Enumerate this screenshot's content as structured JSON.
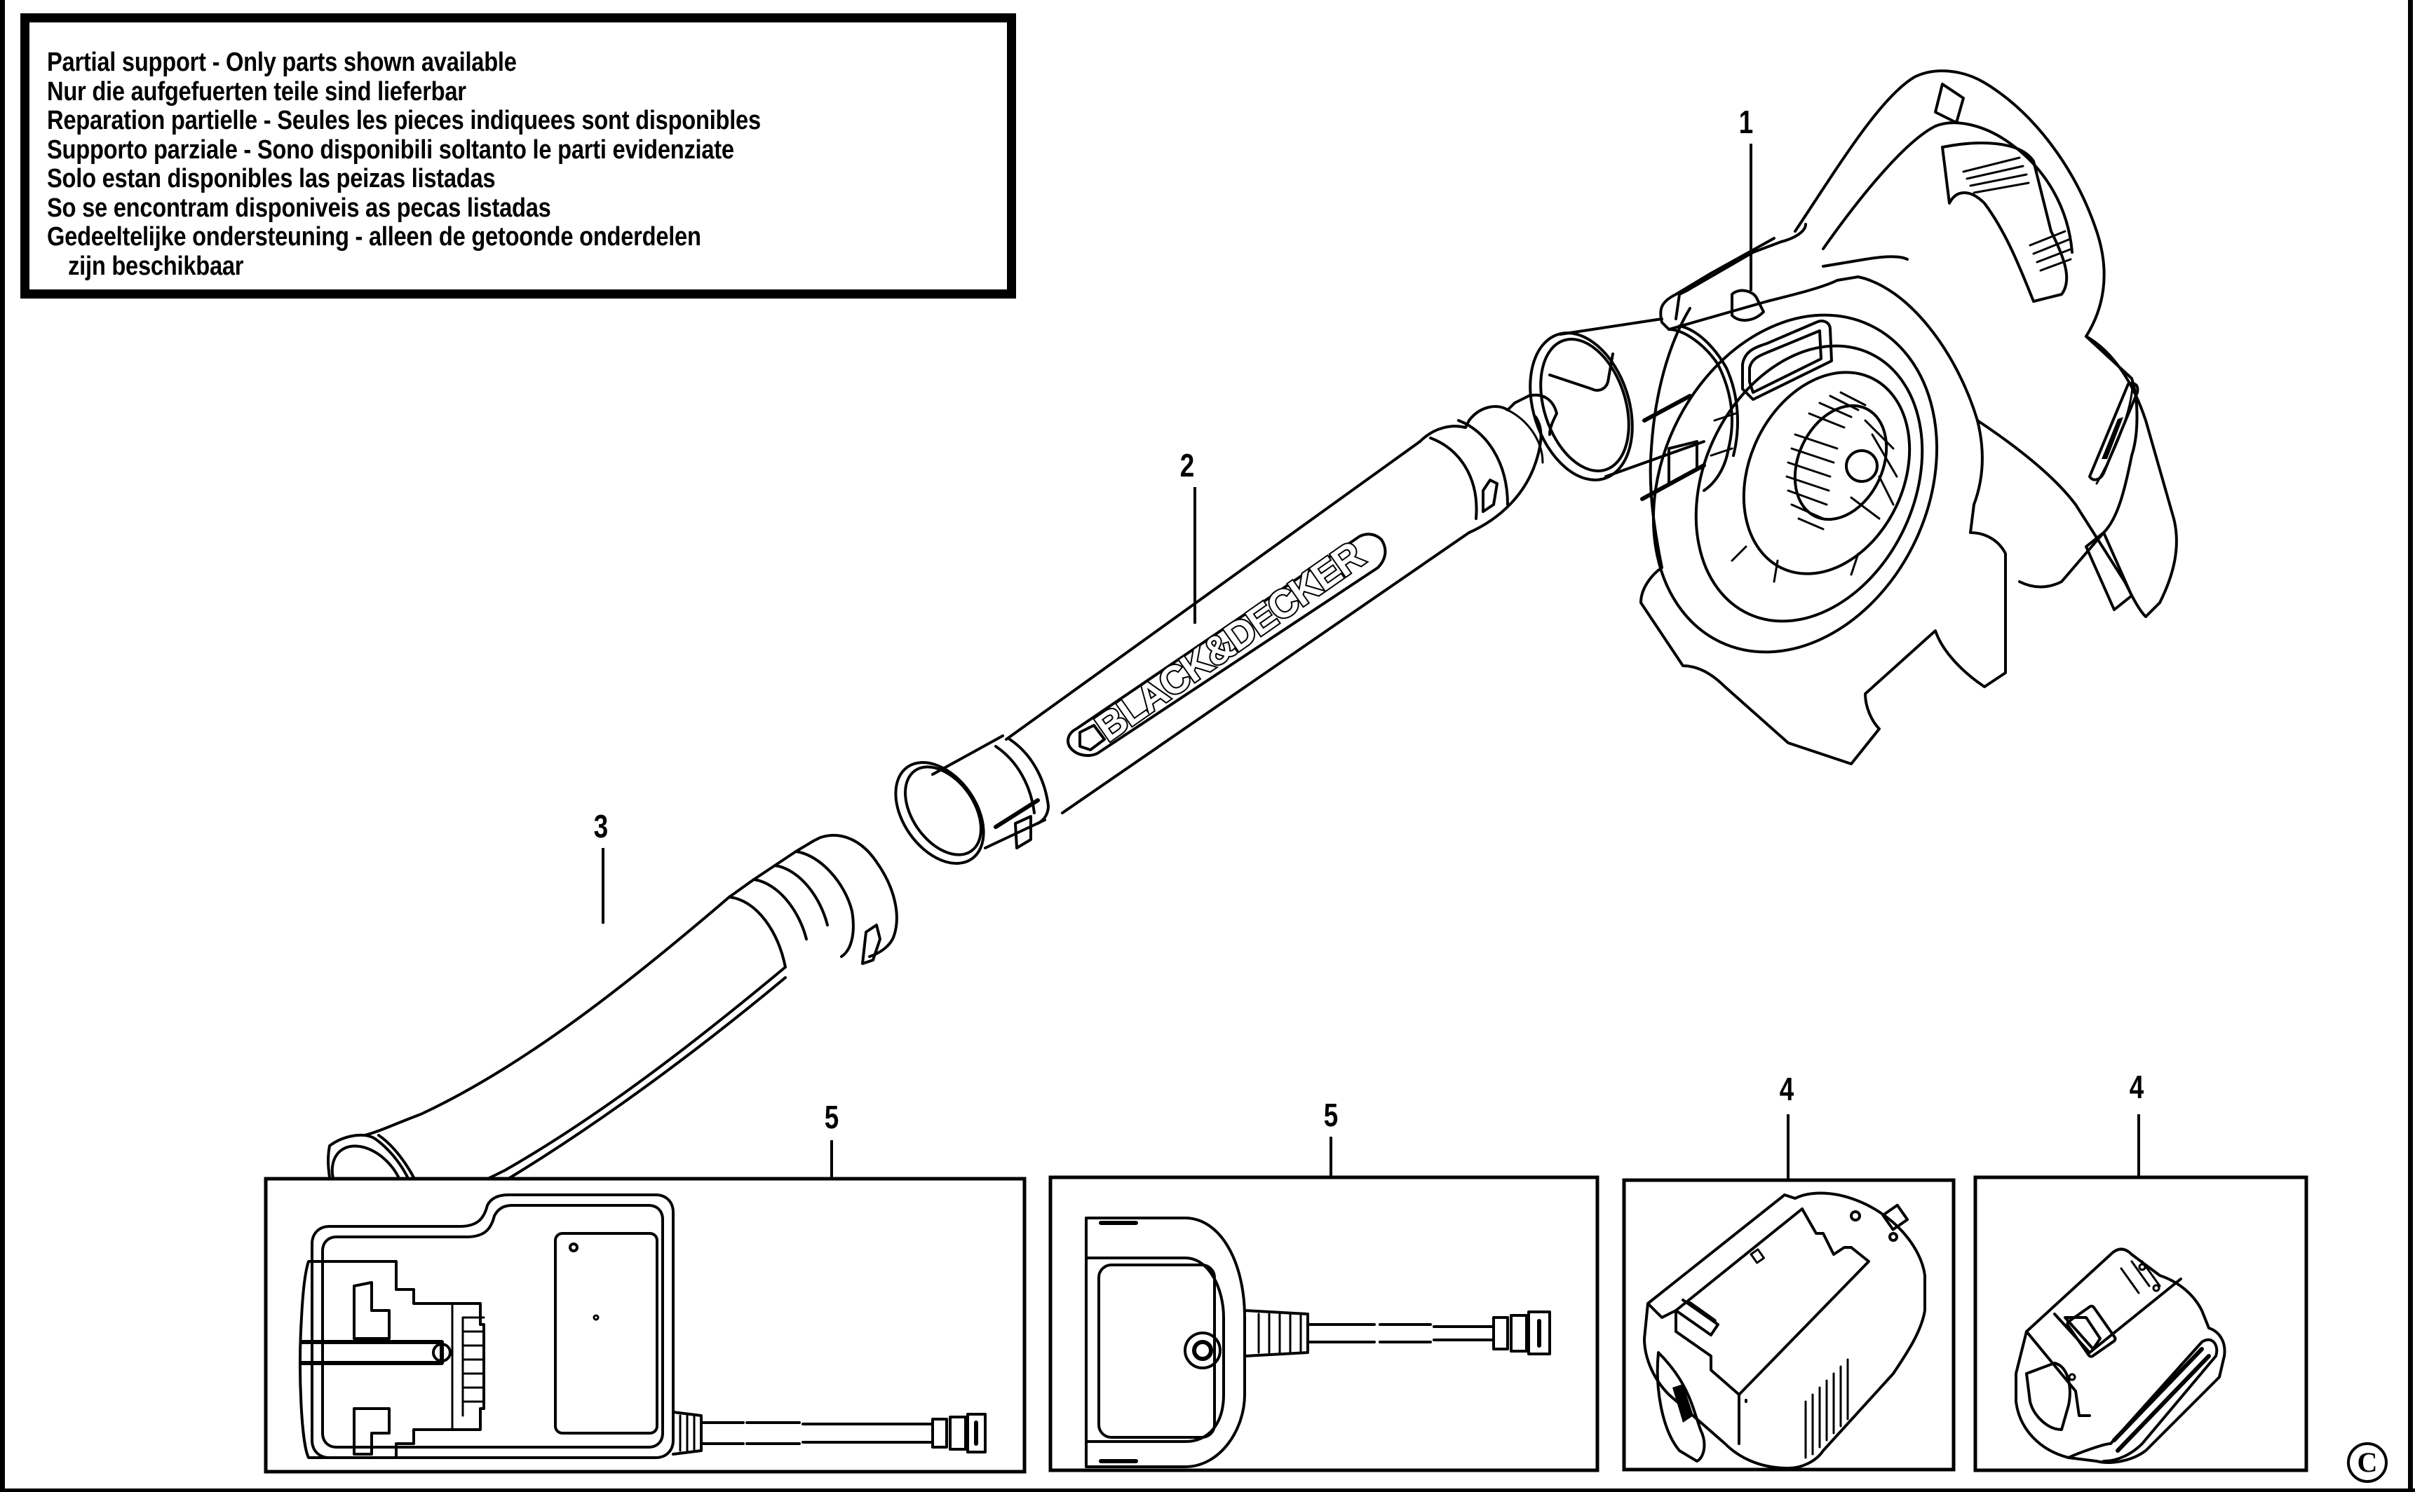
{
  "notice": {
    "lines": [
      "Partial support - Only parts shown available",
      "Nur die aufgefuerten teile sind lieferbar",
      "Reparation partielle - Seules les pieces indiquees sont disponibles",
      "Supporto parziale - Sono disponibili soltanto le parti evidenziate",
      "Solo estan disponibles las peizas listadas",
      "So se encontram disponiveis as pecas listadas",
      "Gedeeltelijke ondersteuning - alleen de getoonde onderdelen",
      "zijn beschikbaar"
    ]
  },
  "parts": [
    {
      "callout": "1",
      "name": "blower-body",
      "icon": "leaf-blower-icon"
    },
    {
      "callout": "2",
      "name": "blower-tube",
      "icon": "tube-icon",
      "brand_text": "BLACK&DECKER"
    },
    {
      "callout": "3",
      "name": "blower-nozzle",
      "icon": "nozzle-icon"
    },
    {
      "callout": "5",
      "name": "battery-charger-a",
      "icon": "charger-icon"
    },
    {
      "callout": "5",
      "name": "battery-charger-b",
      "icon": "charger-icon"
    },
    {
      "callout": "4",
      "name": "battery-pack-a",
      "icon": "battery-icon"
    },
    {
      "callout": "4",
      "name": "battery-pack-b",
      "icon": "battery-icon"
    }
  ],
  "copyright_symbol": "C"
}
